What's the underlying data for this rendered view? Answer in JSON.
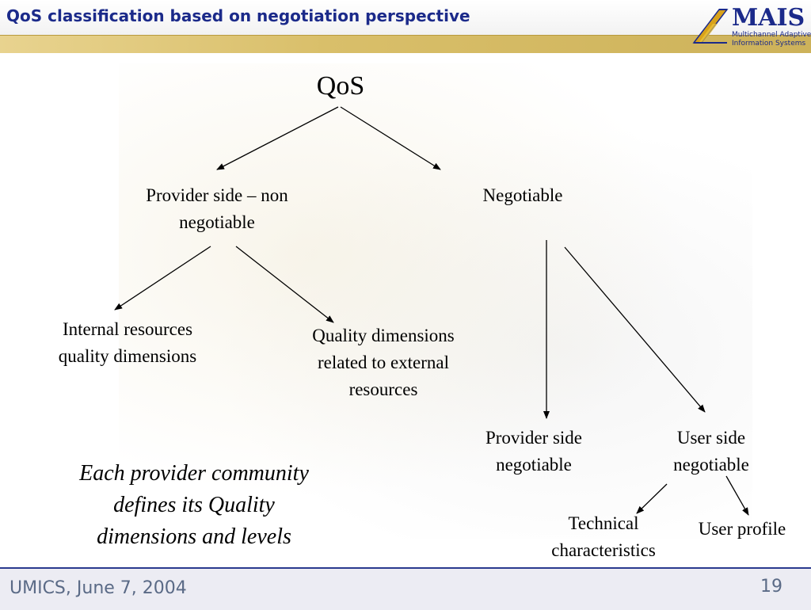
{
  "header": {
    "title": "QoS classification based on negotiation perspective",
    "logo": {
      "name": "MAIS",
      "subtitle_line1": "Multichannel Adaptive",
      "subtitle_line2": "Information Systems"
    }
  },
  "diagram": {
    "root": "QoS",
    "provider_non_negotiable": [
      "Provider side – non",
      "negotiable"
    ],
    "negotiable": "Negotiable",
    "internal_resources": [
      "Internal resources",
      "quality dimensions"
    ],
    "external_resources": [
      "Quality dimensions",
      "related to external",
      "resources"
    ],
    "provider_negotiable": [
      "Provider side",
      "negotiable"
    ],
    "user_negotiable": [
      "User side",
      "negotiable"
    ],
    "technical": [
      "Technical",
      "characteristics"
    ],
    "user_profile": "User profile"
  },
  "note": [
    "Each provider community",
    "defines its Quality",
    "dimensions and levels"
  ],
  "footer": {
    "text": "UMICS, June 7, 2004",
    "page": "19"
  }
}
